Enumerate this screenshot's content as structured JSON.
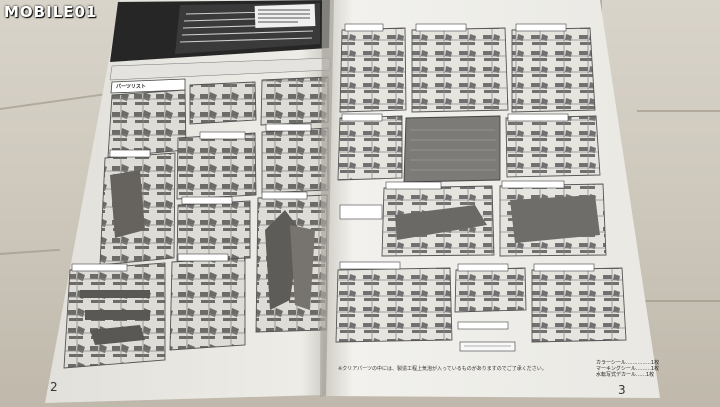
{
  "watermark": {
    "text": "MOBILE01"
  },
  "left_page": {
    "page_number": "2",
    "header_label": "パーツリスト"
  },
  "right_page": {
    "page_number": "3",
    "legend_lines": [
      "カラーシール……………1枚",
      "マーキングシール………1枚",
      "水転写式デカール……1枚"
    ],
    "footnote": "※クリアパーツの中には、製造工程上気泡が入っているものがありますのでご了承ください。"
  },
  "colors": {
    "ink": "#2a2a2a",
    "paper": "#f1f0ec",
    "table": "#cfc9bd"
  }
}
